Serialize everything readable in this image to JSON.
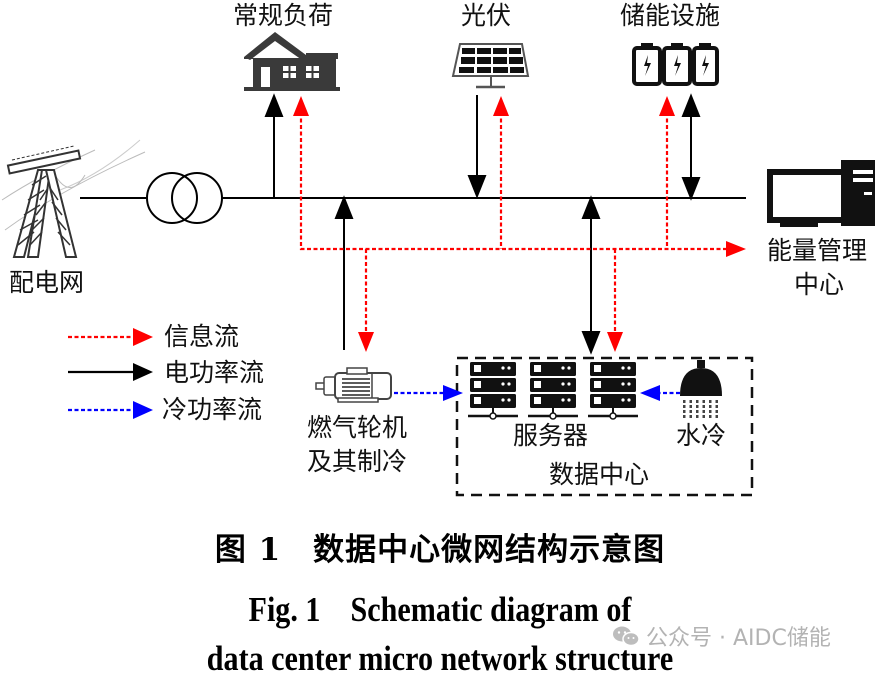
{
  "labels": {
    "grid": "配电网",
    "load": "常规负荷",
    "pv": "光伏",
    "storage": "储能设施",
    "ems_line1": "能量管理",
    "ems_line2": "中心",
    "turbine_line1": "燃气轮机",
    "turbine_line2": "及其制冷",
    "servers": "服务器",
    "water_cooling": "水冷",
    "datacenter": "数据中心"
  },
  "legend": [
    {
      "label": "信息流",
      "style": "dotted",
      "color": "#ff0000"
    },
    {
      "label": "电功率流",
      "style": "solid",
      "color": "#000000"
    },
    {
      "label": "冷功率流",
      "style": "dotted",
      "color": "#0000ff"
    }
  ],
  "colors": {
    "info_flow": "#ff0000",
    "power_flow": "#000000",
    "cooling_flow": "#0000ff",
    "icon_dark": "#3a3a3a"
  },
  "caption": {
    "cn": "图 1　数据中心微网结构示意图",
    "en_line1": "Fig. 1　Schematic diagram of",
    "en_line2": "data center micro network structure"
  },
  "watermark": {
    "text": "公众号 · AIDC储能",
    "icon": "wechat-icon"
  }
}
